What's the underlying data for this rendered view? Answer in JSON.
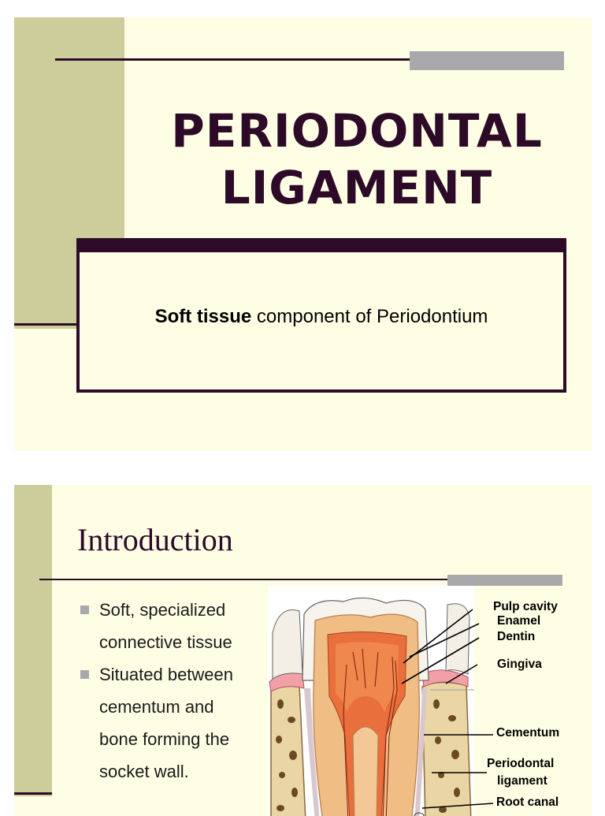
{
  "slide1": {
    "title_line1": "PERIODONTAL",
    "title_line2": "LIGAMENT",
    "subtitle_bold": "Soft tissue",
    "subtitle_rest": " component of Periodontium"
  },
  "slide2": {
    "title": "Introduction",
    "bullets": [
      {
        "line1": "Soft, specialized",
        "line2": "connective tissue"
      },
      {
        "line1": "Situated between",
        "line2": "cementum and",
        "line3": "bone forming the",
        "line4": "socket wall."
      }
    ],
    "figure_labels": {
      "pulp_cavity": "Pulp cavity",
      "enamel": "Enamel",
      "dentin": "Dentin",
      "gingiva": "Gingiva",
      "cementum": "Cementum",
      "periodontal_1": "Periodontal",
      "periodontal_2": "ligament",
      "root_canal": "Root canal"
    }
  },
  "colors": {
    "background": "#fefee5",
    "accent_bar": "#cdcd9c",
    "dark_purple": "#2d0a28",
    "grey_bar": "#a8a8aa"
  }
}
